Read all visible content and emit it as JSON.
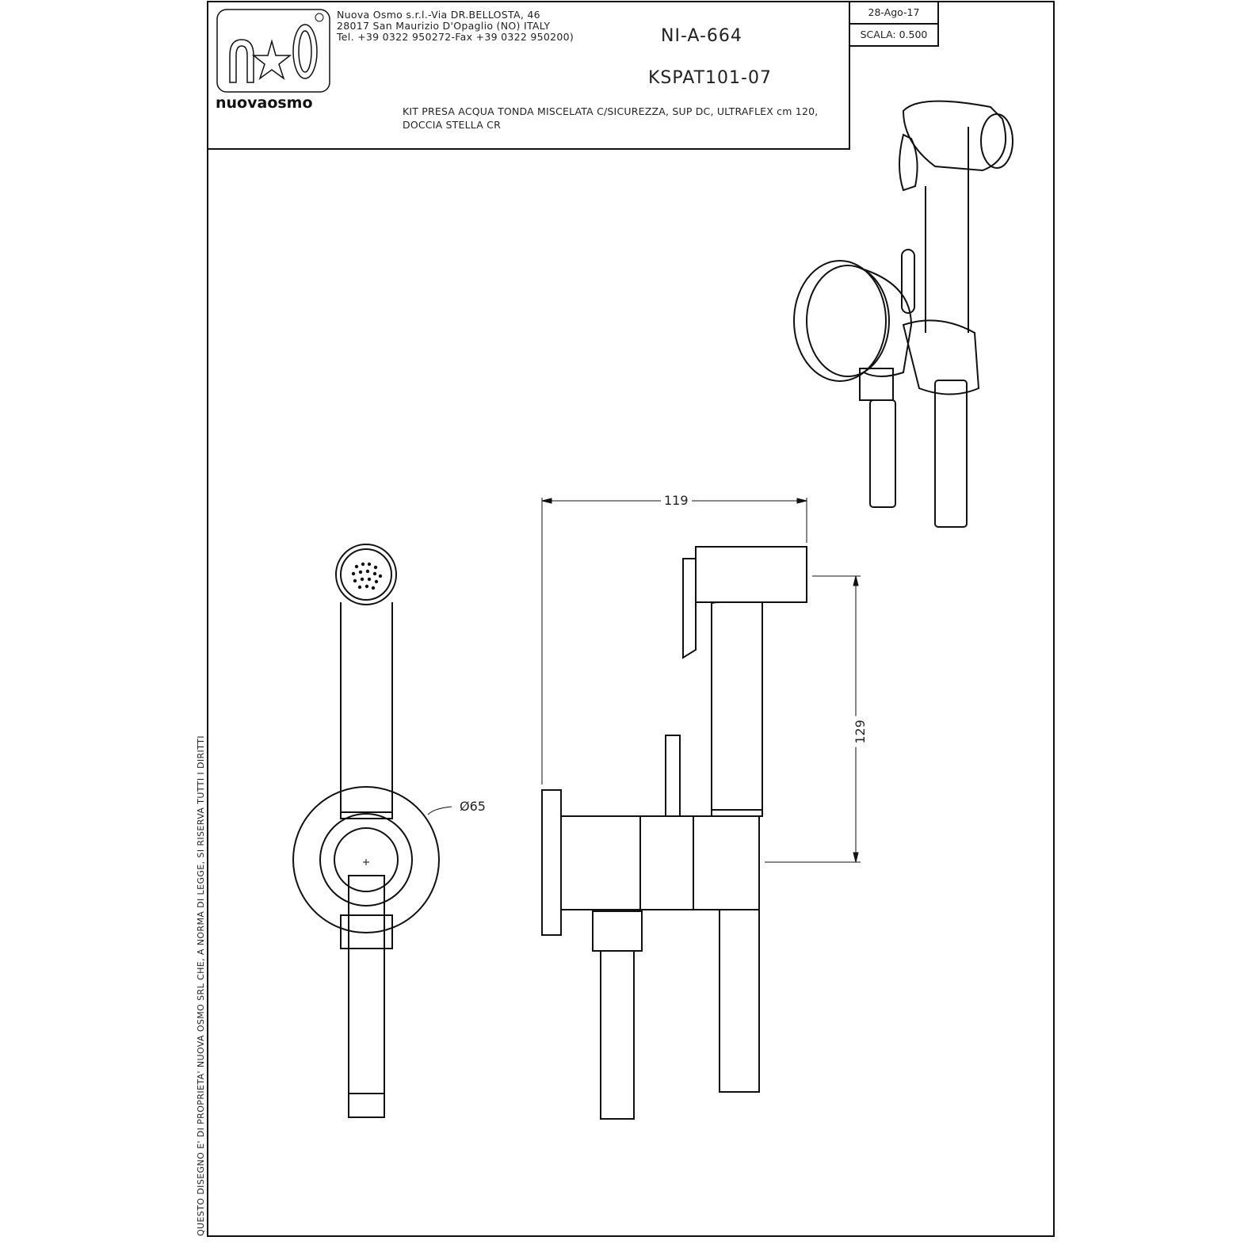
{
  "title_block": {
    "company_lines": [
      "Nuova Osmo s.r.l.-Via DR.BELLOSTA, 46",
      "28017 San Maurizio D'Opaglio (NO) ITALY",
      "Tel. +39 0322 950272-Fax +39 0322 950200)"
    ],
    "drawing_number": "NI-A-664",
    "product_code": "KSPAT101-07",
    "description_lines": [
      "KIT PRESA ACQUA TONDA MISCELATA C/SICUREZZA, SUP DC, ULTRAFLEX cm 120,",
      "DOCCIA STELLA CR"
    ],
    "date": "28-Ago-17",
    "scale": "SCALA: 0.500"
  },
  "logo": {
    "mark": "n☆O",
    "wordmark": "nuovaosmo",
    "registered": "®"
  },
  "dimensions": {
    "diameter": "Ø65",
    "width": "119",
    "height": "129"
  },
  "copyright_notice": "QUESTO DISEGNO E' DI PROPRIETA' NUOVA OSMO SRL CHE, A NORMA DI LEGGE, SI RISERVA TUTTI I DIRITTI"
}
